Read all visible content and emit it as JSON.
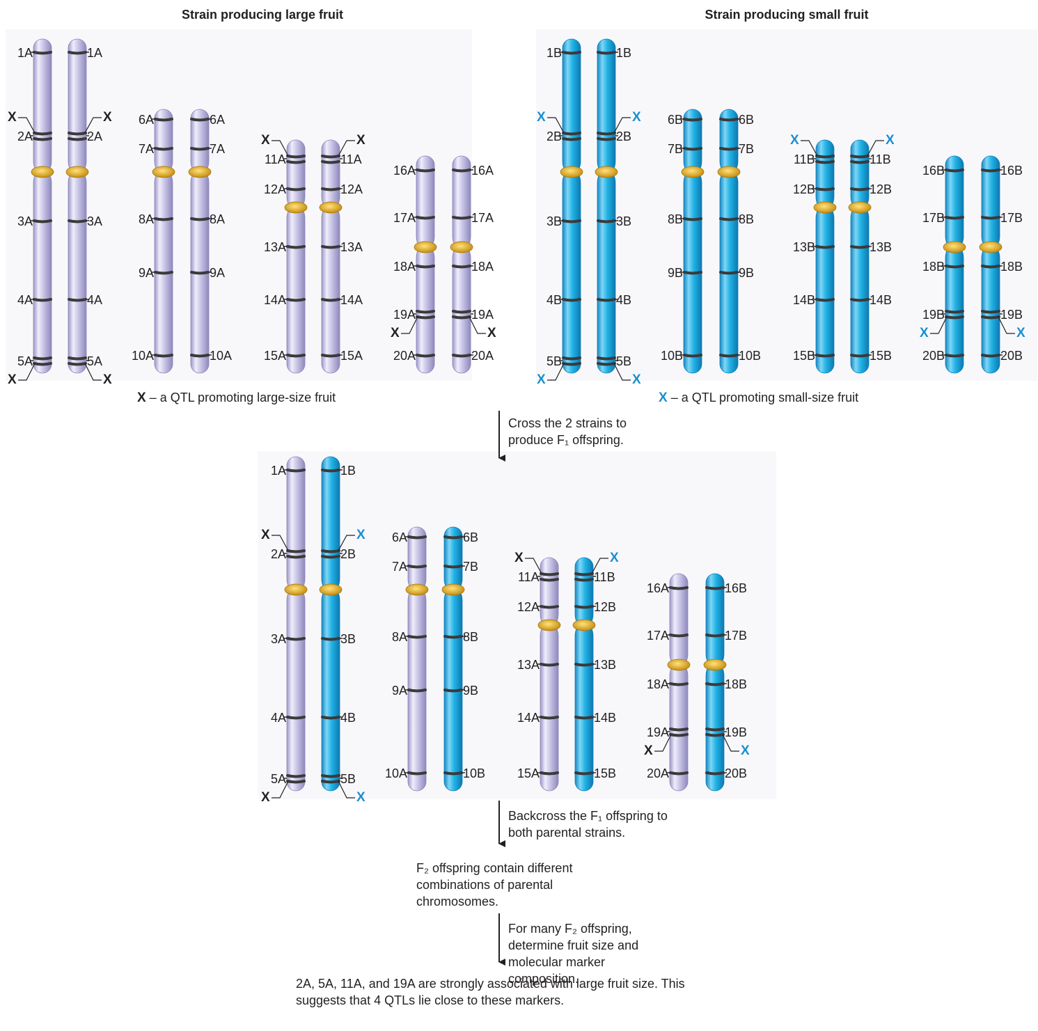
{
  "titles": {
    "large": "Strain producing large fruit",
    "small": "Strain producing small fruit"
  },
  "legends": {
    "large": "X – a QTL promoting large-size fruit",
    "small": "X – a QTL promoting small-size fruit"
  },
  "qtl_symbol": "X",
  "steps": {
    "cross": "Cross the 2 strains to produce F₁ offspring.",
    "backcross": "Backcross the F₁ offspring to both parental strains.",
    "f2": "F₂ offspring contain different combinations of parental chromosomes.",
    "measure": "For many F₂ offspring, determine fruit size and molecular marker composition.",
    "conclusion": "2A, 5A, 11A, and 19A are strongly associated with large fruit size. This suggests that 4 QTLs lie close to these markers."
  },
  "colors": {
    "strain_large": "#c9c5e6",
    "strain_small": "#22b3e6",
    "centromere": "#e8b52c",
    "band": "#3a3a3a",
    "qtl_large": "#231f20",
    "qtl_small": "#1a8fcf"
  },
  "chromosomes": [
    {
      "id": "chr1",
      "markers": [
        "1",
        "2",
        "3",
        "4",
        "5"
      ],
      "qtl_markers": [
        "2",
        "5"
      ]
    },
    {
      "id": "chr2",
      "markers": [
        "6",
        "7",
        "8",
        "9",
        "10"
      ],
      "qtl_markers": []
    },
    {
      "id": "chr3",
      "markers": [
        "11",
        "12",
        "13",
        "14",
        "15"
      ],
      "qtl_markers": [
        "11"
      ]
    },
    {
      "id": "chr4",
      "markers": [
        "16",
        "17",
        "18",
        "19",
        "20"
      ],
      "qtl_markers": [
        "19"
      ]
    }
  ]
}
